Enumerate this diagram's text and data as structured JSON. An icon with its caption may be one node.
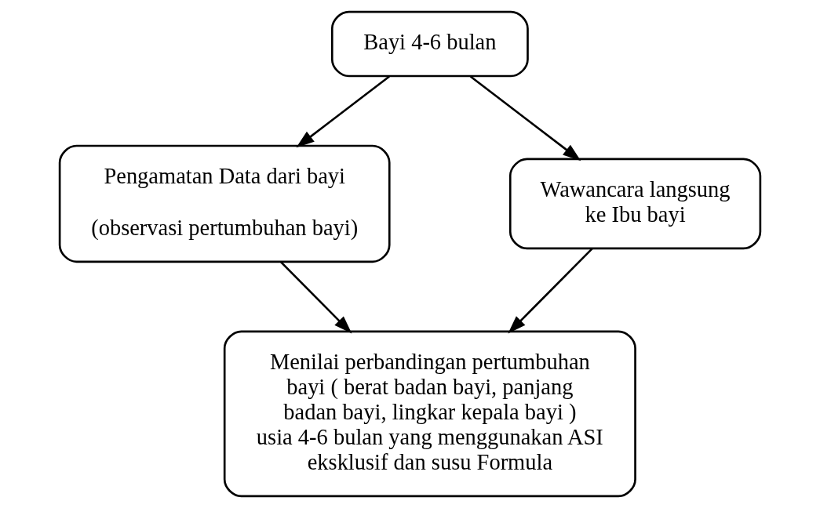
{
  "diagram": {
    "nodes": [
      {
        "text": [
          "Bayi 4-6 bulan"
        ]
      },
      {
        "text": [
          "Pengamatan Data dari bayi",
          "(observasi pertumbuhan bayi)"
        ]
      },
      {
        "text": [
          "Wawancara langsung ke Ibu bayi"
        ]
      },
      {
        "text": [
          "Menilai perbandingan pertumbuhan bayi ( berat badan bayi, panjang badan bayi, lingkar kepala bayi ) usia 4-6 bulan yang menggunakan ASI eksklusif dan susu Formula"
        ]
      }
    ],
    "edges": [
      {
        "from": 0,
        "to": 1,
        "arrow": "to"
      },
      {
        "from": 0,
        "to": 2,
        "arrow": "to"
      },
      {
        "from": 1,
        "to": 3,
        "arrow": "to"
      },
      {
        "from": 2,
        "to": 3,
        "arrow": "to"
      }
    ]
  }
}
